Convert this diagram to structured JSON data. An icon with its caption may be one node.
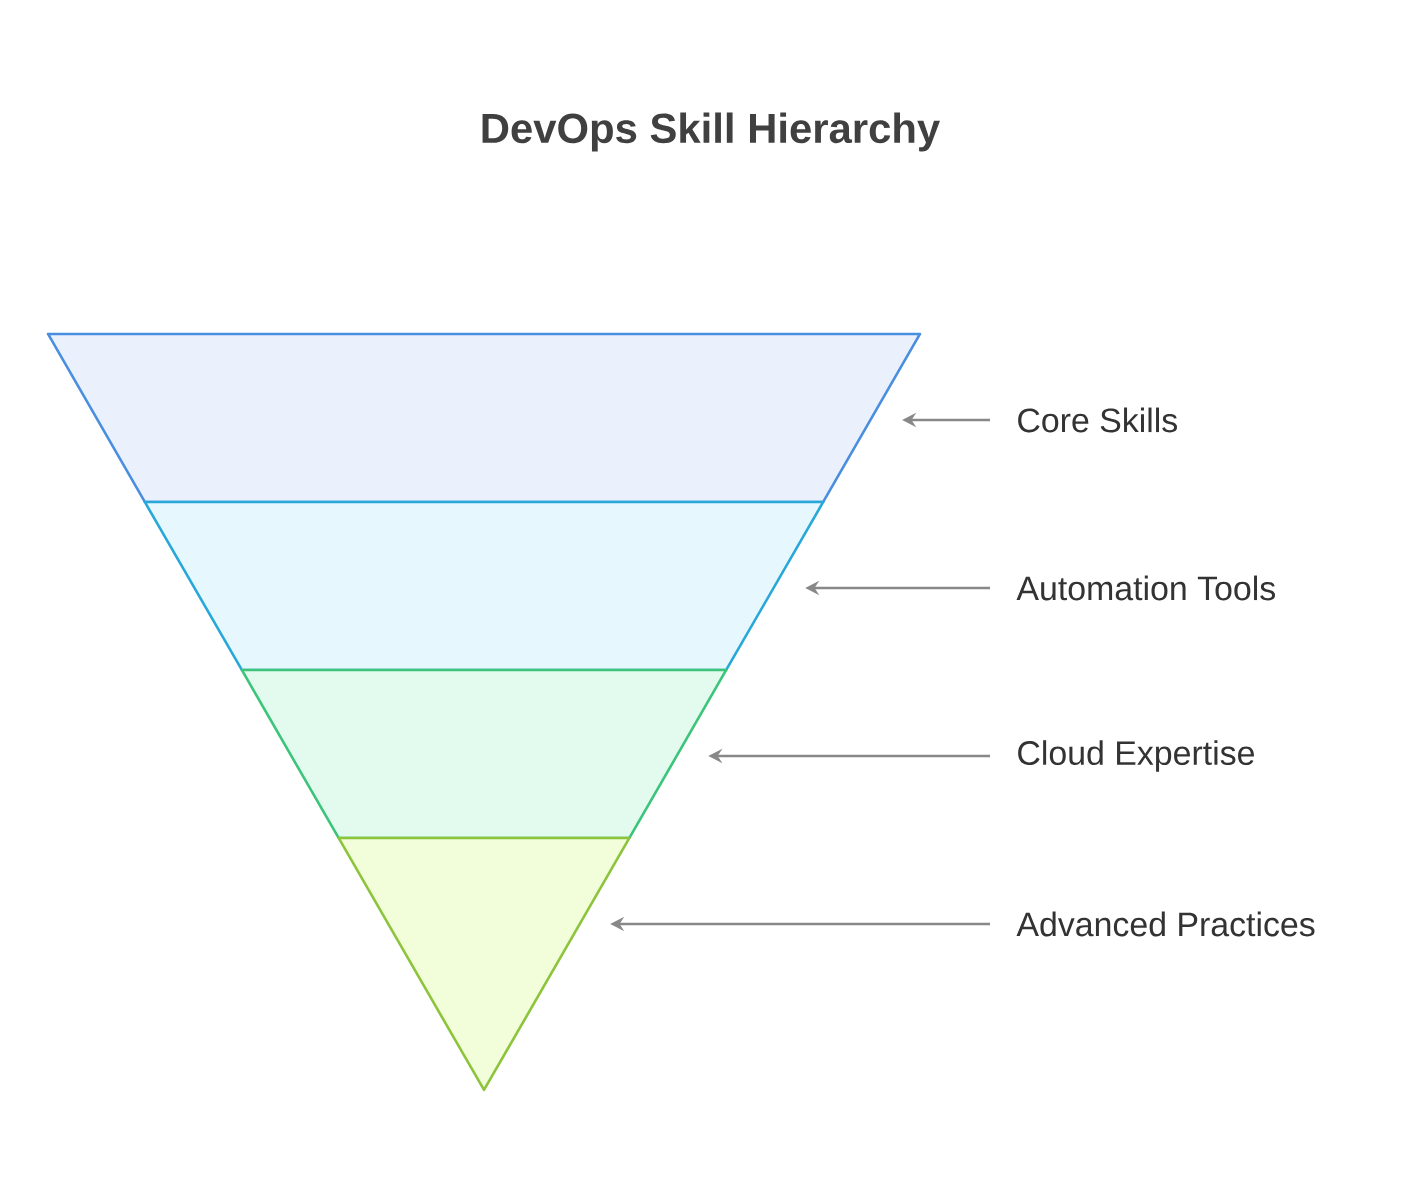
{
  "diagram": {
    "title": "DevOps Skill Hierarchy",
    "nodes": [
      {
        "text": [],
        "shape": "trapezoid"
      },
      {
        "text": [],
        "shape": "trapezoid"
      },
      {
        "text": [],
        "shape": "trapezoid"
      },
      {
        "text": [],
        "shape": "triangle"
      },
      {
        "text": [
          "Core Skills"
        ]
      },
      {
        "text": [
          "Automation Tools"
        ]
      },
      {
        "text": [
          "Cloud Expertise"
        ]
      },
      {
        "text": [
          "Advanced Practices"
        ]
      }
    ],
    "edges": [
      {
        "from": 4,
        "to": 0,
        "arrow": "to"
      },
      {
        "from": 5,
        "to": 1,
        "arrow": "to"
      },
      {
        "from": 6,
        "to": 2,
        "arrow": "to"
      },
      {
        "from": 7,
        "to": 3,
        "arrow": "to"
      }
    ]
  }
}
